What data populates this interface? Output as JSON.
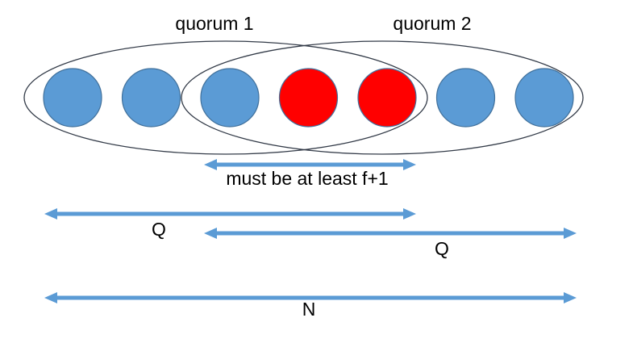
{
  "quorum_labels": {
    "quorum1": "quorum 1",
    "quorum2": "quorum 2"
  },
  "overlap_label": "must be at least f+1",
  "range_labels": {
    "q_first": "Q",
    "q_second": "Q",
    "n_total": "N"
  },
  "nodes": [
    {
      "status": "correct",
      "color": "#5b9bd5"
    },
    {
      "status": "correct",
      "color": "#5b9bd5"
    },
    {
      "status": "correct",
      "color": "#5b9bd5"
    },
    {
      "status": "faulty",
      "color": "#ff0000"
    },
    {
      "status": "faulty",
      "color": "#ff0000"
    },
    {
      "status": "correct",
      "color": "#5b9bd5"
    },
    {
      "status": "correct",
      "color": "#5b9bd5"
    }
  ],
  "colors": {
    "arrow": "#5b9bd5",
    "node_stroke": "#41719c",
    "ellipse_stroke": "#333b48"
  }
}
